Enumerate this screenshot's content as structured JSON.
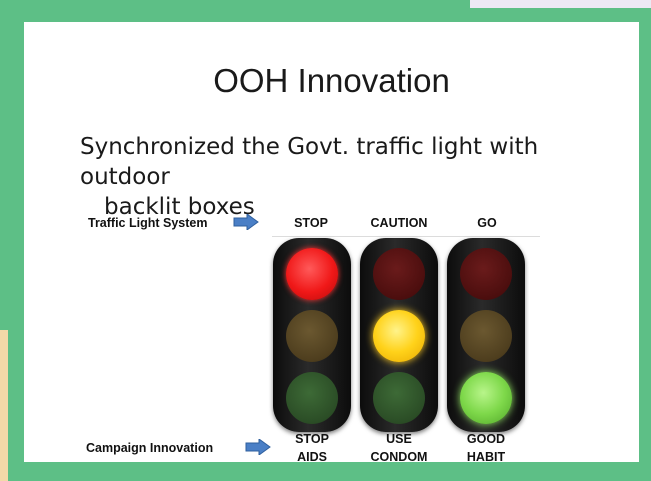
{
  "slide": {
    "title": "OOH Innovation",
    "bullet_line1": "Synchronized the Govt. traffic light with outdoor",
    "bullet_line2": "backlit boxes"
  },
  "rows": {
    "top_row_label": "Traffic Light System",
    "bottom_row_label": "Campaign Innovation"
  },
  "signal_states": [
    "STOP",
    "CAUTION",
    "GO"
  ],
  "campaign_messages": [
    {
      "line1": "STOP",
      "line2": "AIDS"
    },
    {
      "line1": "USE",
      "line2": "CONDOM"
    },
    {
      "line1": "GOOD",
      "line2": "HABIT"
    }
  ],
  "lights": [
    {
      "active": "red"
    },
    {
      "active": "amber"
    },
    {
      "active": "green"
    }
  ],
  "colors": {
    "background": "#5dbf86",
    "arrow": "#4a7fc6",
    "red": "#f01818",
    "amber": "#ffd21a",
    "green": "#7ed84a"
  }
}
